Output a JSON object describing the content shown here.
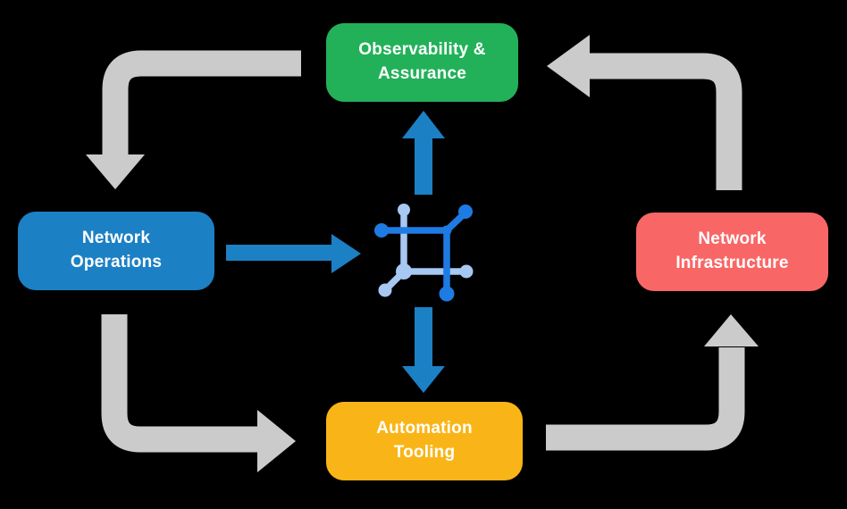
{
  "diagram": {
    "background_color": "#000000",
    "nodes": {
      "observability": {
        "label": "Observability & Assurance",
        "color": "#22b158",
        "text_color": "#ffffff"
      },
      "operations": {
        "label": "Network Operations",
        "color": "#1c80c4",
        "text_color": "#ffffff"
      },
      "infrastructure": {
        "label": "Network Infrastructure",
        "color": "#f96666",
        "text_color": "#ffffff"
      },
      "tooling": {
        "label": "Automation Tooling",
        "color": "#f9b517",
        "text_color": "#ffffff"
      }
    },
    "center_icon": {
      "name": "network-automation-icon",
      "dark_blue": "#1e7be4",
      "light_blue": "#a6c8f2"
    },
    "arrows": {
      "gray_color": "#cbcbcb",
      "blue_color": "#1c80c4",
      "flows": [
        {
          "from": "observability",
          "to": "operations",
          "style": "gray"
        },
        {
          "from": "operations",
          "to": "center-icon",
          "style": "blue"
        },
        {
          "from": "center-icon",
          "to": "observability",
          "style": "blue"
        },
        {
          "from": "center-icon",
          "to": "tooling",
          "style": "blue"
        },
        {
          "from": "operations",
          "to": "tooling",
          "style": "gray"
        },
        {
          "from": "tooling",
          "to": "infrastructure",
          "style": "gray"
        },
        {
          "from": "infrastructure",
          "to": "observability",
          "style": "gray"
        }
      ]
    }
  }
}
